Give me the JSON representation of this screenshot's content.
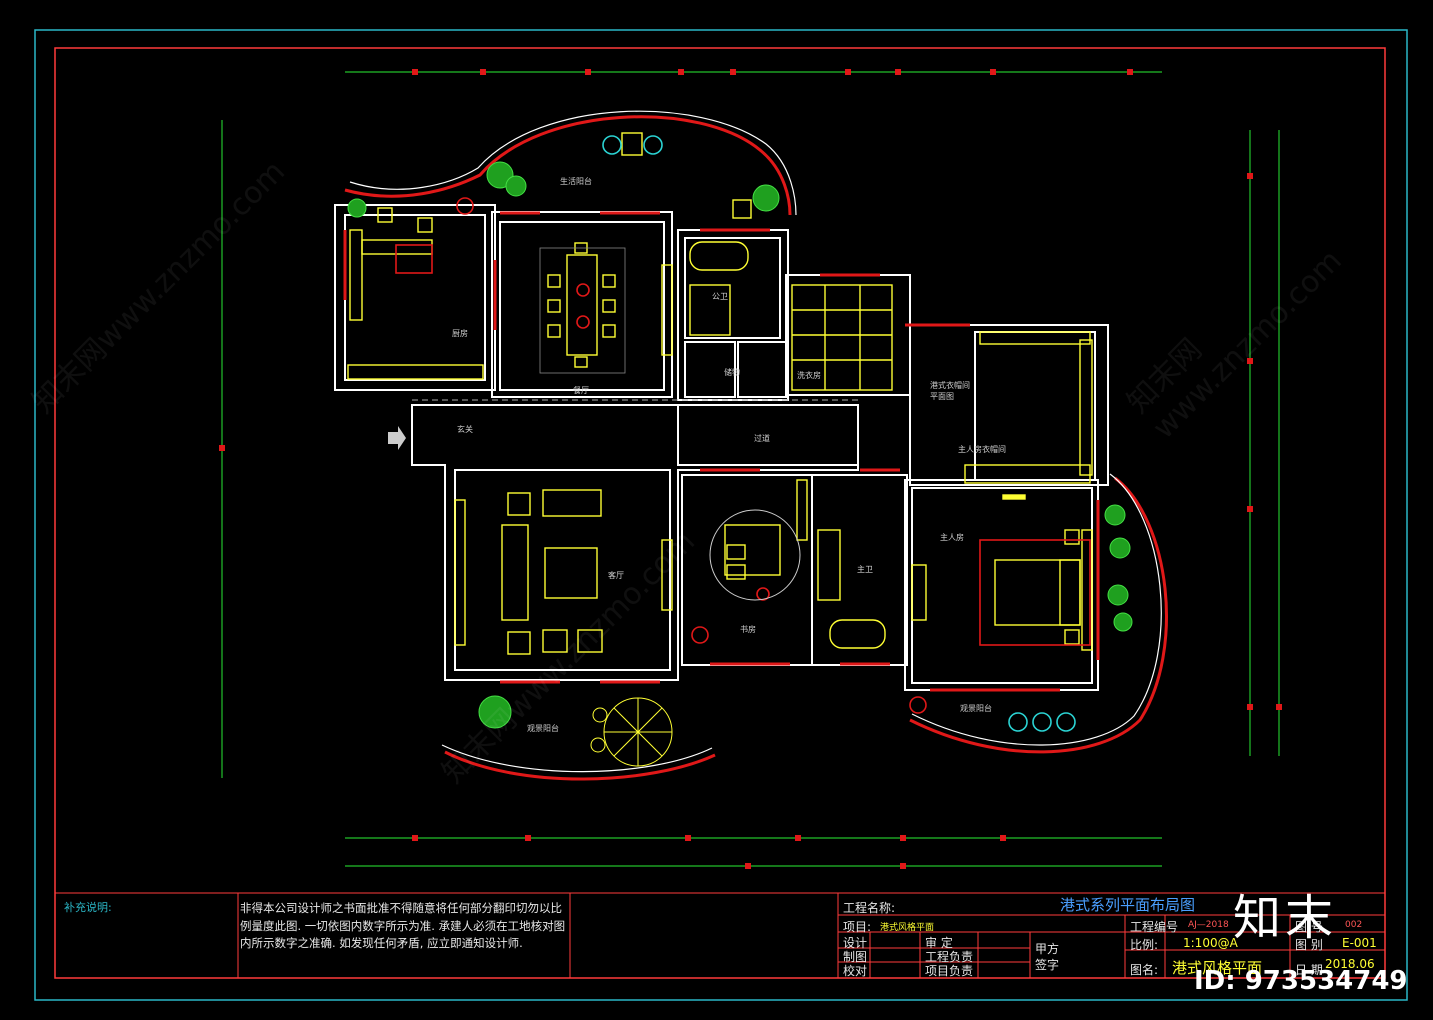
{
  "drawing": {
    "notes_label": "补充说明:",
    "notes_text": "非得本公司设计师之书面批准不得随意将任何部分翻印切勿以比例量度此图. 一切依图内数字所示为准. 承建人必须在工地核对图内所示数字之准确. 如发现任何矛盾, 应立即通知设计师."
  },
  "title_block": {
    "drawing_title": "港式系列平面布局图",
    "project_name_label": "工程名称:",
    "project_label": "项目:",
    "project_value": "港式风格平面",
    "project_no_label": "工程编号",
    "project_no_value": "AJ—2018",
    "drawing_no_label": "图 号",
    "drawing_no_value": "002",
    "scale_label": "比例:",
    "scale_value": "1:100@A",
    "category_label": "图 别",
    "category_value": "E-001",
    "design_label": "设计",
    "review_label": "审 定",
    "draw_label": "制图",
    "engineer_label": "工程负责",
    "check_label": "校对",
    "project_lead_label": "项目负责",
    "client_label": "甲方",
    "sign_label": "签字",
    "drawing_name_label": "图名:",
    "drawing_name_value": "港式风格平面",
    "date_label": "日 期",
    "date_value": "2018.06"
  },
  "rooms": {
    "kitchen": "厨房",
    "dining": "餐厅",
    "public_wc": "公卫",
    "storage": "储物",
    "laundry": "洗衣房",
    "living_balcony": "生活阳台",
    "foyer": "玄关",
    "corridor": "过道",
    "hk_wardrobe": "港式衣帽间平面图",
    "master_wardrobe": "主人房衣帽间",
    "living": "客厅",
    "study": "书房",
    "master_bath": "主卫",
    "master_bed": "主人房",
    "leisure_balcony_left": "观景阳台",
    "leisure_balcony_right": "观景阳台"
  },
  "branding": {
    "logo": "知末",
    "id": "ID: 973534749",
    "watermark": "知末网www.znzmo.com"
  },
  "colors": {
    "frame_cyan": "#2bb7c7",
    "frame_red": "#ff3b3b",
    "wall": "#ffffff",
    "furniture": "#ffff33",
    "dim_green": "#22c02b",
    "window_red": "#e01818"
  }
}
